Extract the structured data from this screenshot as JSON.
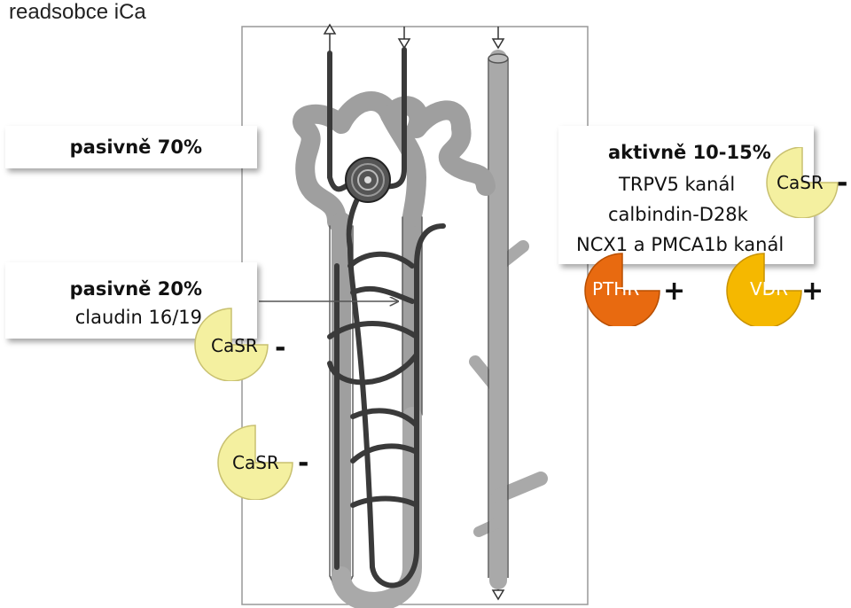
{
  "title": "readsobce iCa",
  "passive70": {
    "heading": "pasivně 70%"
  },
  "passive20": {
    "heading": "pasivně 20%",
    "line1": "claudin 16/19"
  },
  "active": {
    "heading": "aktivně 10-15%",
    "lines": [
      "TRPV5 kanál",
      "calbindin-D28k",
      "NCX1 a PMCA1b kanál"
    ]
  },
  "badges": {
    "casr_active": {
      "label": "CaSR",
      "sign": "-"
    },
    "casr_passive20": {
      "label": "CaSR",
      "sign": "-"
    },
    "casr_loop": {
      "label": "CaSR",
      "sign": "-"
    },
    "pthr": {
      "label": "PTHR",
      "sign": "+"
    },
    "vdr": {
      "label": "VDR",
      "sign": "+"
    }
  },
  "colors": {
    "casr_fill": "#f4f0a0",
    "pthr_fill": "#e86a10",
    "vdr_fill": "#f5b800",
    "tubule": "#a9a9a9",
    "vessel": "#3a3a3a"
  }
}
